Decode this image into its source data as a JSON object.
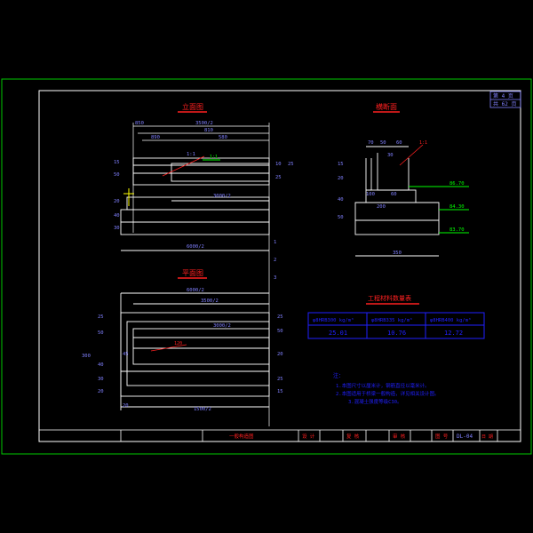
{
  "colors": {
    "background": "#000000",
    "outer_border": "#00c800",
    "frame": "#ffffff",
    "dimension": "#8080ff",
    "title_red": "#ff2020",
    "table": "#2020ff",
    "notes": "#2020ff",
    "green_leader": "#00ff00"
  },
  "sheet": {
    "page_label": "第 4 页",
    "total_label": "共 62 页"
  },
  "views": {
    "elevation_title": "立面图",
    "section_title": "横断面",
    "plan_title": "平面图"
  },
  "elevation_dims": {
    "top_total": "3500/2",
    "d1": "850",
    "d2": "810",
    "d3": "890",
    "d4": "580",
    "mid": "3000/2",
    "bottom": "6000/2",
    "left_a": "15",
    "left_b": "50",
    "left_c": "20",
    "left_d": "40",
    "left_e": "30",
    "right_a": "10",
    "right_b": "25",
    "right_c": "25",
    "leader_note": "1:1",
    "green_note": "1:1"
  },
  "section_dims": {
    "top_a": "70",
    "top_b": "50",
    "top_c": "60",
    "top_d": "30",
    "red_note": "1:1",
    "bottom": "350",
    "w1": "100",
    "w2": "60",
    "w3": "200",
    "left_a": "15",
    "left_b": "20",
    "left_c": "40",
    "left_d": "50",
    "elev1": "86.70",
    "elev2": "84.30",
    "elev3": "83.70"
  },
  "plan_dims": {
    "top_total": "6000/2",
    "top_2": "3500/2",
    "top_3": "3000/2",
    "bottom": "1500/2",
    "left_total": "300",
    "left_a": "25",
    "left_b": "50",
    "left_c": "40",
    "left_d": "30",
    "left_e": "20",
    "right_a": "25",
    "right_b": "50",
    "right_c": "20",
    "right_d": "25",
    "right_e": "15",
    "inner_a": "45",
    "inner_b": "20",
    "red_note": "120"
  },
  "middle_marks": [
    "1",
    "2",
    "3"
  ],
  "quantity_table": {
    "title": "工程材料数量表",
    "headers": [
      "φ8HRB300 kg/m³",
      "φ8HRB335 kg/m³",
      "φ8HRB400 kg/m³"
    ],
    "values": [
      "25.01",
      "10.76",
      "12.72"
    ]
  },
  "notes": {
    "heading": "注：",
    "lines": [
      "1.本图尺寸以厘米计，钢筋直径以毫米计。",
      "2.本图适用于桥梁一般构造，详见相关设计图。",
      "3.混凝土强度等级C30。"
    ]
  },
  "title_block": {
    "drawing_name": "一般构造图",
    "design_label": "设 计",
    "check_label": "复 核",
    "review_label": "审 核",
    "sheet_no_label": "图 号",
    "sheet_no": "DL-04",
    "date_label": "日 期"
  }
}
